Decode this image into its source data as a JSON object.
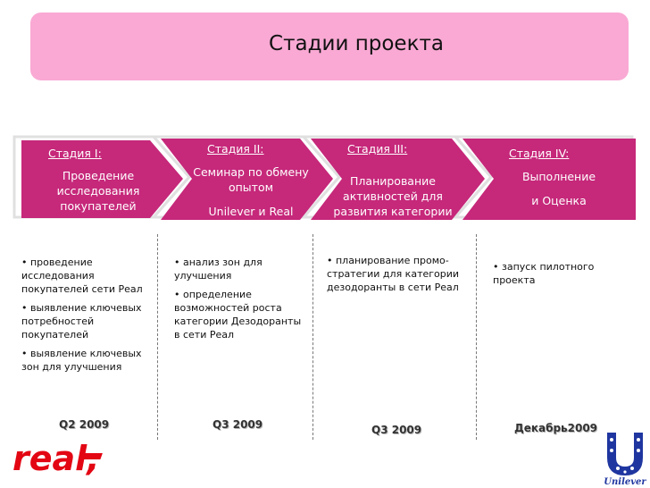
{
  "title": "Стадии проекта",
  "colors": {
    "title_bg": "#f9a9d4",
    "arrow_fill": "#c6287a",
    "arrow_outline": "#e0e0e0",
    "real_red": "#e30613",
    "unilever_blue": "#1f36a0"
  },
  "stages": [
    {
      "header": "Стадия I:",
      "lines": [
        "Проведение",
        "исследования",
        "покупателей"
      ],
      "bullets": [
        "• проведение исследования покупателей сети Реал",
        "• выявление ключевых потребностей покупателей",
        "• выявление ключевых зон для улучшения"
      ],
      "date": "Q2 2009"
    },
    {
      "header": "Стадия II:",
      "lines": [
        "Семинар по обмену",
        "опытом",
        "Unilever и Real"
      ],
      "bullets": [
        "• анализ зон для улучшения",
        "• определение возможностей роста категории Дезодоранты в сети Реал"
      ],
      "date": "Q3 2009"
    },
    {
      "header": "Стадия III:",
      "lines": [
        "Планирование",
        "активностей для",
        "развития категории"
      ],
      "bullets": [
        "• планирование промо-стратегии для категории дезодоранты в сети Реал"
      ],
      "date": "Q3 2009"
    },
    {
      "header": "Стадия IV:",
      "lines": [
        "Выполнение",
        "и Оценка"
      ],
      "bullets": [
        "• запуск пилотного проекта"
      ],
      "date": "Декабрь2009"
    }
  ],
  "logos": {
    "left": "real,",
    "right": "Unilever"
  }
}
